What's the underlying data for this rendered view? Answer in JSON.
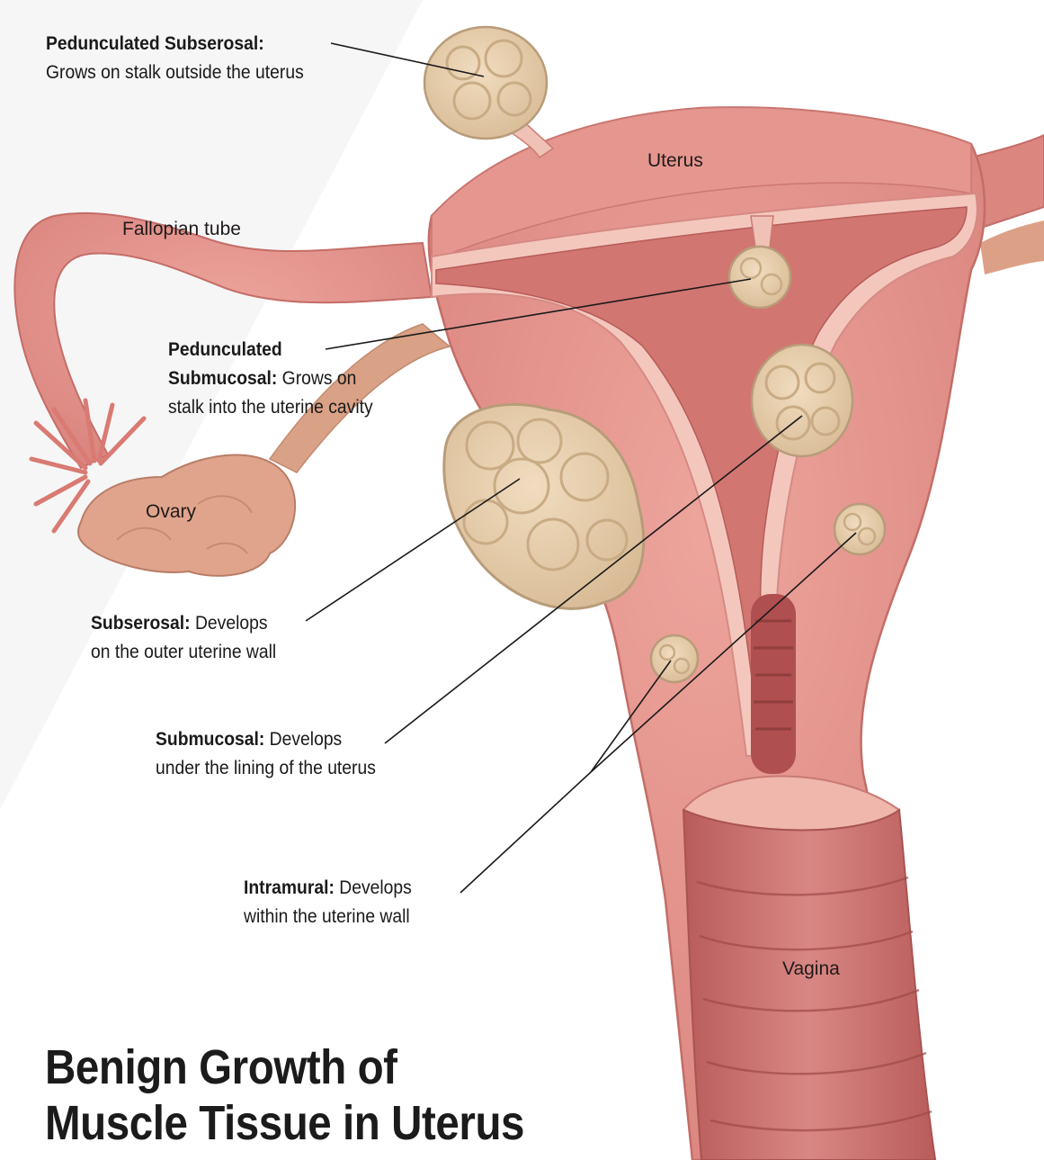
{
  "labels": {
    "pedunculated_subserosal": {
      "bold": "Pedunculated Subserosal:",
      "text": "Grows on stalk outside the uterus"
    },
    "pedunculated_submucosal": {
      "bold_line1": "Pedunculated",
      "bold_line2": "Submucosal:",
      "text_line2": " Grows on",
      "text_line3": "stalk into the uterine cavity"
    },
    "subserosal": {
      "bold": "Subserosal:",
      "text_line1": " Develops",
      "text_line2": "on the outer uterine wall"
    },
    "submucosal": {
      "bold": "Submucosal:",
      "text_line1": " Develops",
      "text_line2": "under the lining of the uterus"
    },
    "intramural": {
      "bold": "Intramural:",
      "text_line1": " Develops",
      "text_line2": "within the uterine wall"
    }
  },
  "organs": {
    "uterus": "Uterus",
    "fallopian_tube": "Fallopian tube",
    "ovary": "Ovary",
    "vagina": "Vagina"
  },
  "title": {
    "line1": "Benign Growth of",
    "line2": "Muscle Tissue in Uterus"
  },
  "colors": {
    "tissue": "#e08d89",
    "tissue_dark": "#c9625f",
    "tissue_light": "#f2c0b6",
    "fibroid": "#e8cfae",
    "fibroid_edge": "#b89c7a",
    "leader_line": "#1a1a1a"
  }
}
